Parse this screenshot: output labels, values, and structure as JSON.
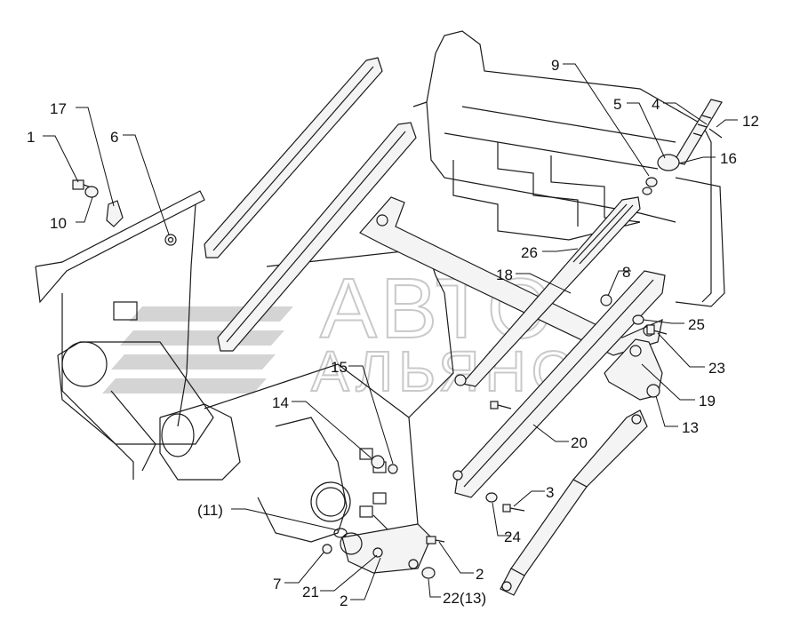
{
  "watermark": {
    "line1": "АВТО",
    "line2": "АЛЬЯНС"
  },
  "callouts": [
    {
      "id": "c1",
      "label": "1"
    },
    {
      "id": "c17",
      "label": "17"
    },
    {
      "id": "c6",
      "label": "6"
    },
    {
      "id": "c10",
      "label": "10"
    },
    {
      "id": "c9",
      "label": "9"
    },
    {
      "id": "c5",
      "label": "5"
    },
    {
      "id": "c4",
      "label": "4"
    },
    {
      "id": "c12",
      "label": "12"
    },
    {
      "id": "c16",
      "label": "16"
    },
    {
      "id": "c26",
      "label": "26"
    },
    {
      "id": "c18",
      "label": "18"
    },
    {
      "id": "c8",
      "label": "8"
    },
    {
      "id": "c25",
      "label": "25"
    },
    {
      "id": "c23",
      "label": "23"
    },
    {
      "id": "c19",
      "label": "19"
    },
    {
      "id": "c13",
      "label": "13"
    },
    {
      "id": "c15",
      "label": "15"
    },
    {
      "id": "c14",
      "label": "14"
    },
    {
      "id": "c20",
      "label": "20"
    },
    {
      "id": "c3",
      "label": "3"
    },
    {
      "id": "c24",
      "label": "24"
    },
    {
      "id": "c11",
      "label": "(11)"
    },
    {
      "id": "c7",
      "label": "7"
    },
    {
      "id": "c21",
      "label": "21"
    },
    {
      "id": "c2a",
      "label": "2"
    },
    {
      "id": "c2b",
      "label": "2"
    },
    {
      "id": "c22",
      "label": "22(13)"
    }
  ]
}
